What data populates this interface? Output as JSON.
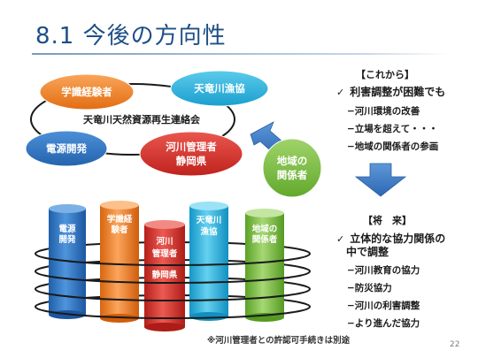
{
  "slide": {
    "title": "8.1 今後の方向性",
    "page_number": "22",
    "footnote": "※河川管理者との許認可手続きは別途"
  },
  "diagram_top": {
    "center_label": "天竜川天然資源再生連絡会",
    "nodes": {
      "academics": "学識経験者",
      "fishery": "天竜川漁協",
      "power": "電源開発",
      "river_admin": [
        "河川管理者",
        "静岡県"
      ],
      "local": [
        "地域の",
        "関係者"
      ]
    }
  },
  "diagram_bottom": {
    "power": [
      "電源",
      "開発"
    ],
    "academics": [
      "学識経",
      "験者"
    ],
    "river_admin": [
      "河川",
      "管理者",
      "静岡県"
    ],
    "fishery": [
      "天竜川",
      "漁協"
    ],
    "local": [
      "地域の",
      "関係者"
    ]
  },
  "current": {
    "header": "【これから】",
    "bullet": "利害調整が困難でも",
    "items": [
      "−河川環境の改善",
      "−立場を超えて・・・",
      "−地域の関係者の参画"
    ]
  },
  "future": {
    "header": "【将　来】",
    "bullet_line1": "立体的な協力関係の",
    "bullet_line2": "中で調整",
    "items": [
      "−河川教育の協力",
      "−防災協力",
      "−河川の利害調整",
      "−より進んだ協力"
    ]
  },
  "colors": {
    "title": "#1d4f86",
    "orange": "#f07d22",
    "blue": "#2f76c4",
    "red": "#d6332e",
    "green": "#7ec241",
    "cyan": "#2fb5df",
    "arrow": "#3b79c7"
  }
}
